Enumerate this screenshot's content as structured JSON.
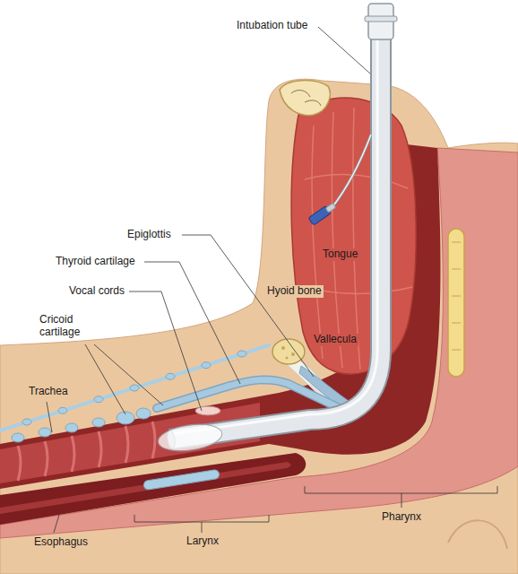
{
  "diagram": {
    "labels": [
      "Intubation tube",
      "Epiglottis",
      "Thyroid cartilage",
      "Vocal cords",
      "Cricoid cartilage",
      "Hyoid bone",
      "Tongue",
      "Vallecula",
      "Trachea",
      "Larynx",
      "Pharynx",
      "Esophagus"
    ]
  }
}
